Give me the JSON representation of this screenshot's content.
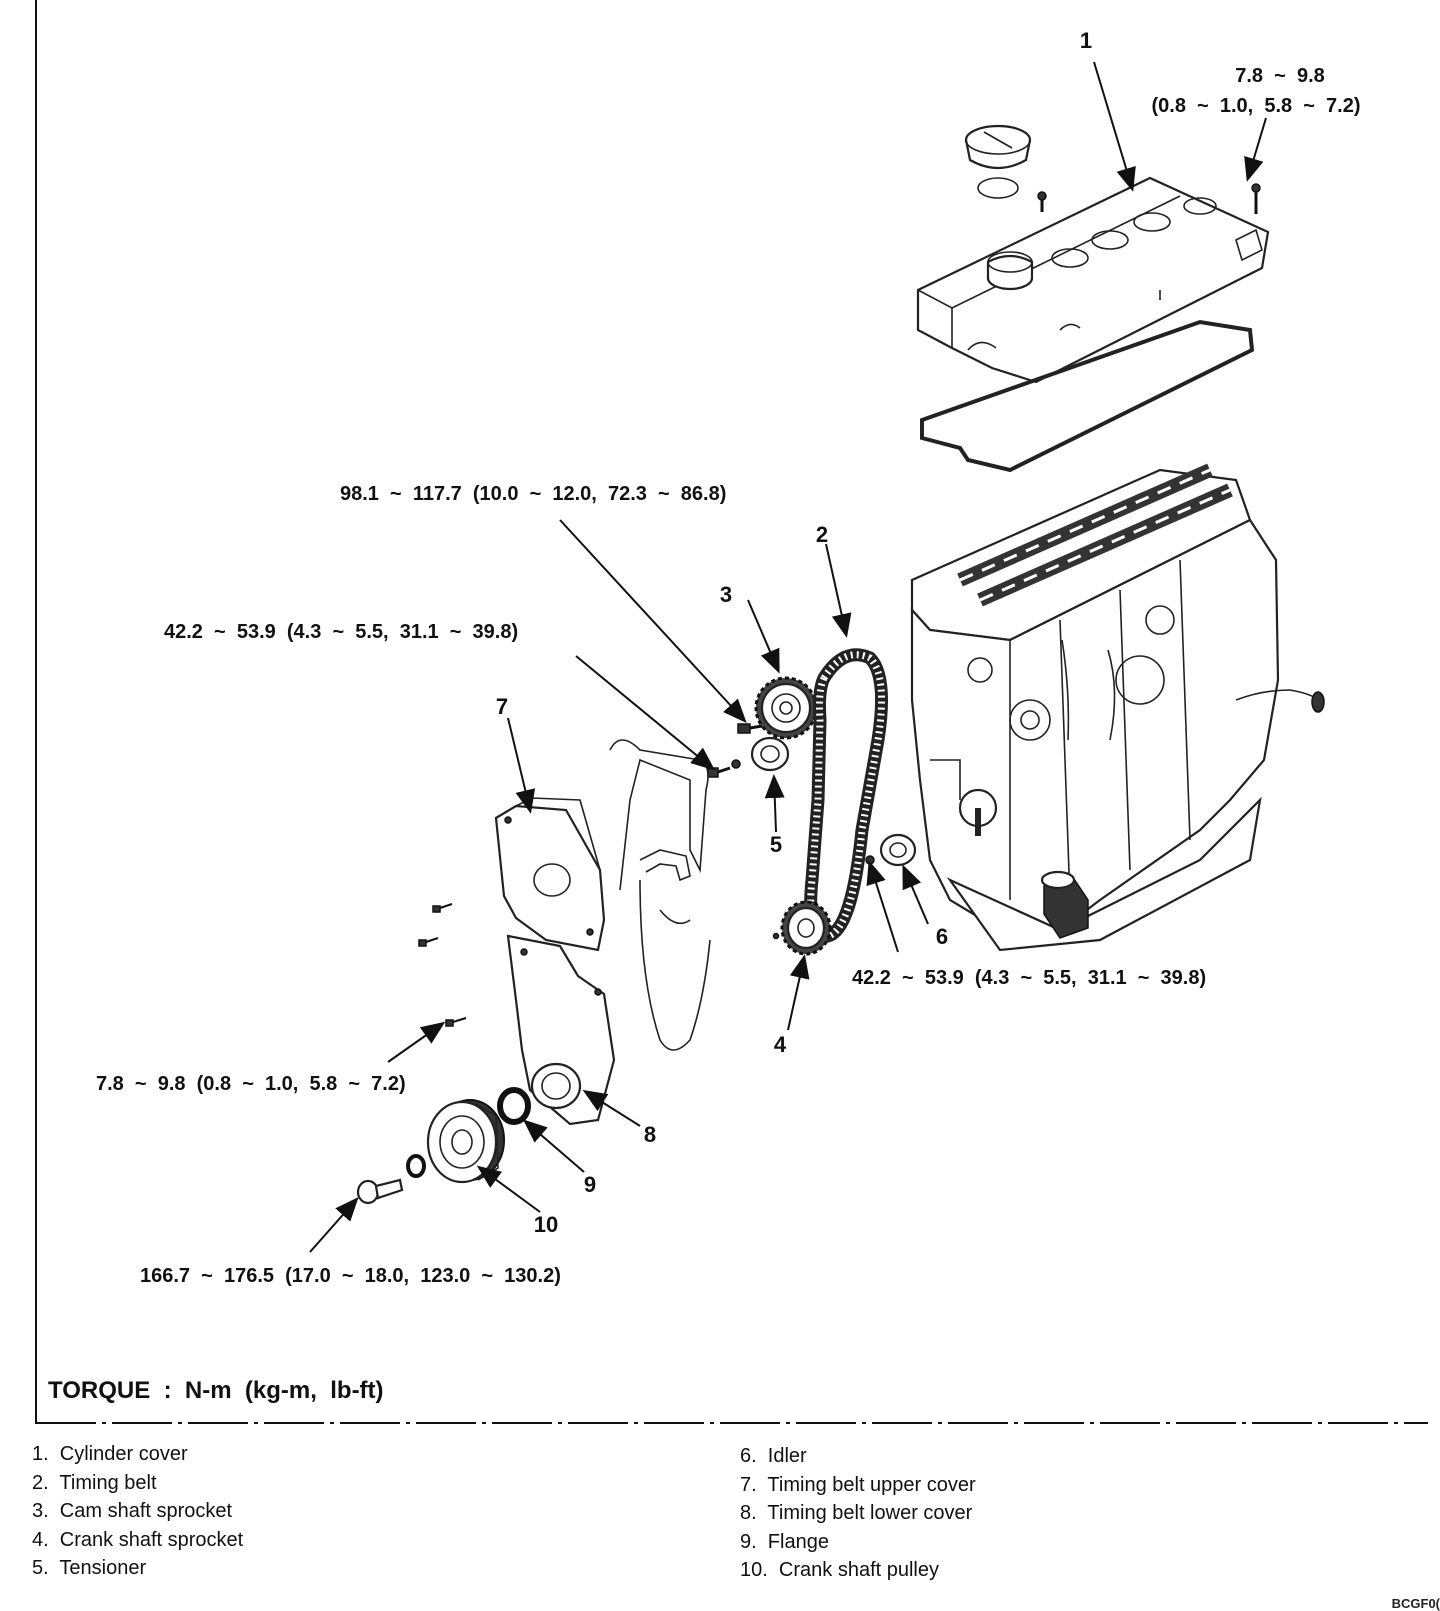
{
  "callouts": {
    "n1": "1",
    "n2": "2",
    "n3": "3",
    "n4": "4",
    "n5": "5",
    "n6": "6",
    "n7": "7",
    "n8": "8",
    "n9": "9",
    "n10": "10"
  },
  "torque_specs": {
    "cover_bolt_line1": "7.8  ~  9.8",
    "cover_bolt_line2": "(0.8  ~  1.0,  5.8  ~  7.2)",
    "cam_sprocket_bolt": "98.1  ~  117.7  (10.0  ~  12.0,  72.3  ~  86.8)",
    "tensioner_bolt": "42.2  ~  53.9  (4.3  ~  5.5,  31.1  ~  39.8)",
    "idler_bolt": "42.2  ~  53.9  (4.3  ~  5.5,  31.1  ~  39.8)",
    "belt_cover_bolt": "7.8  ~  9.8  (0.8  ~  1.0,  5.8  ~  7.2)",
    "crank_pulley_bolt": "166.7  ~  176.5  (17.0  ~  18.0,  123.0  ~  130.2)"
  },
  "torque_heading": "TORQUE  :  N-m  (kg-m,  lb-ft)",
  "legend_left": [
    "1.  Cylinder cover",
    "2.  Timing belt",
    "3.  Cam shaft sprocket",
    "4.  Crank shaft sprocket",
    "5.  Tensioner"
  ],
  "legend_right": [
    "6.  Idler",
    "7.  Timing belt upper cover",
    "8.  Timing belt lower cover",
    "9.  Flange",
    "10.  Crank shaft pulley"
  ],
  "figure_code": "BCGF0("
}
